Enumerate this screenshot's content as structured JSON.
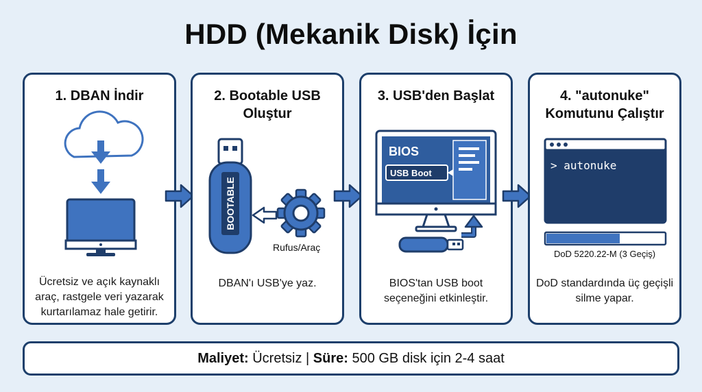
{
  "title": "HDD (Mekanik Disk) İçin",
  "steps": [
    {
      "title": "1. DBAN İndir",
      "description": "Ücretsiz ve açık kaynaklı araç, rastgele veri yazarak kurtarılamaz hale getirir.",
      "icons": [
        "cloud-download-icon",
        "monitor-icon"
      ]
    },
    {
      "title": "2. Bootable USB Oluştur",
      "description": "DBAN'ı USB'ye yaz.",
      "usb_label": "BOOTABLE",
      "tool_label": "Rufus/Araç",
      "icons": [
        "usb-drive-icon",
        "gear-icon"
      ]
    },
    {
      "title": "3. USB'den Başlat",
      "description": "BIOS'tan USB boot seçeneğini etkinleştir.",
      "bios_label": "BIOS",
      "boot_option": "USB Boot",
      "icons": [
        "bios-monitor-icon",
        "usb-drive-icon"
      ]
    },
    {
      "title": "4. \"autonuke\" Komutunu Çalıştır",
      "description": "DoD standardında üç geçişli silme yapar.",
      "terminal_text": "> autonuke",
      "progress_fraction": 0.62,
      "progress_label": "DoD 5220.22-M (3 Geçiş)",
      "icons": [
        "terminal-icon"
      ]
    }
  ],
  "footer": {
    "cost_label": "Maliyet:",
    "cost_value": " Ücretsiz | ",
    "duration_label": "Süre:",
    "duration_value": " 500 GB disk için 2-4 saat"
  },
  "colors": {
    "background": "#e6eff8",
    "border": "#1d3f6b",
    "accent": "#3f73bf",
    "dark": "#1f3d6a"
  }
}
